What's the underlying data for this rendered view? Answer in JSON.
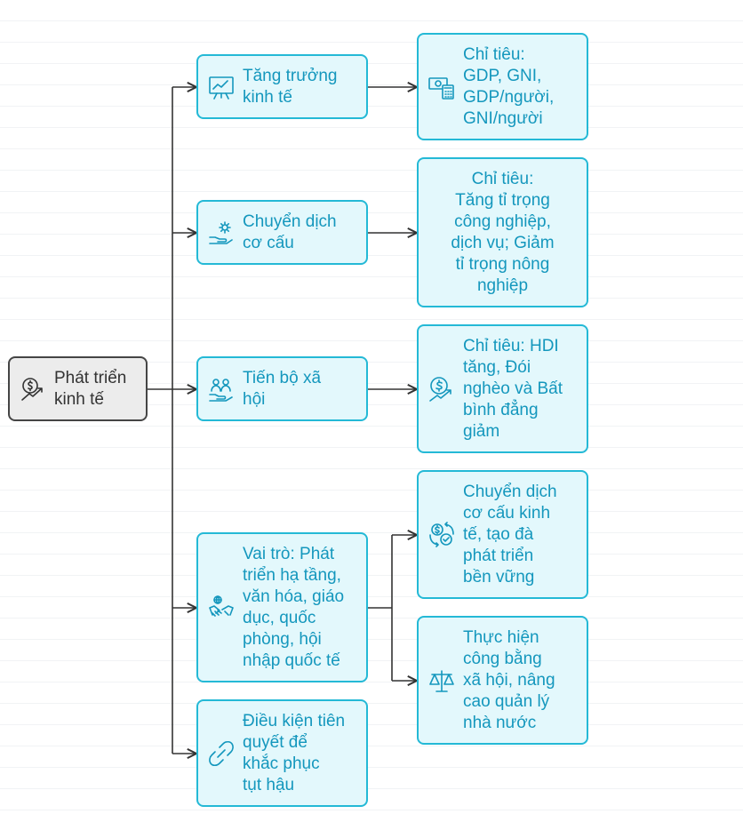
{
  "colors": {
    "accent_border": "#24b9d6",
    "accent_fill": "#e3f8fc",
    "accent_text": "#1497bd",
    "root_border": "#454545",
    "root_fill": "#ececec",
    "connector": "#333333"
  },
  "root": {
    "label": "Phát triển\nkinh tế",
    "icon": "money-growth-icon"
  },
  "branches": [
    {
      "label": "Tăng trưởng\nkinh tế",
      "icon": "presentation-chart-icon"
    },
    {
      "label": "Chuyển dịch\ncơ cấu",
      "icon": "gear-hand-icon"
    },
    {
      "label": "Tiến bộ xã\nhội",
      "icon": "people-hand-icon"
    },
    {
      "label": "Vai trò: Phát\ntriển hạ tầng,\nvăn hóa, giáo\ndục, quốc\nphòng, hội\nnhập quốc tế",
      "icon": "handshake-icon"
    },
    {
      "label": "Điều kiện tiên\nquyết để\nkhắc phục\ntụt hậu",
      "icon": "link-icon"
    }
  ],
  "details": [
    {
      "label": "Chỉ tiêu:\nGDP, GNI,\nGDP/người,\nGNI/người",
      "icon": "money-calculator-icon"
    },
    {
      "label": "Chỉ tiêu:\nTăng tỉ trọng\ncông nghiệp,\ndịch vụ; Giảm\ntỉ trọng nông\nnghiệp"
    },
    {
      "label": "Chỉ tiêu: HDI\ntăng, Đói\nnghèo và Bất\nbình đẳng\ngiảm",
      "icon": "money-trend-icon"
    },
    {
      "label": "Chuyển dịch\ncơ cấu kinh\ntế, tạo đà\nphát triển\nbền vững",
      "icon": "coin-exchange-icon"
    },
    {
      "label": "Thực hiện\ncông bằng\nxã hội, nâng\ncao quản lý\nnhà nước",
      "icon": "scales-icon"
    }
  ]
}
